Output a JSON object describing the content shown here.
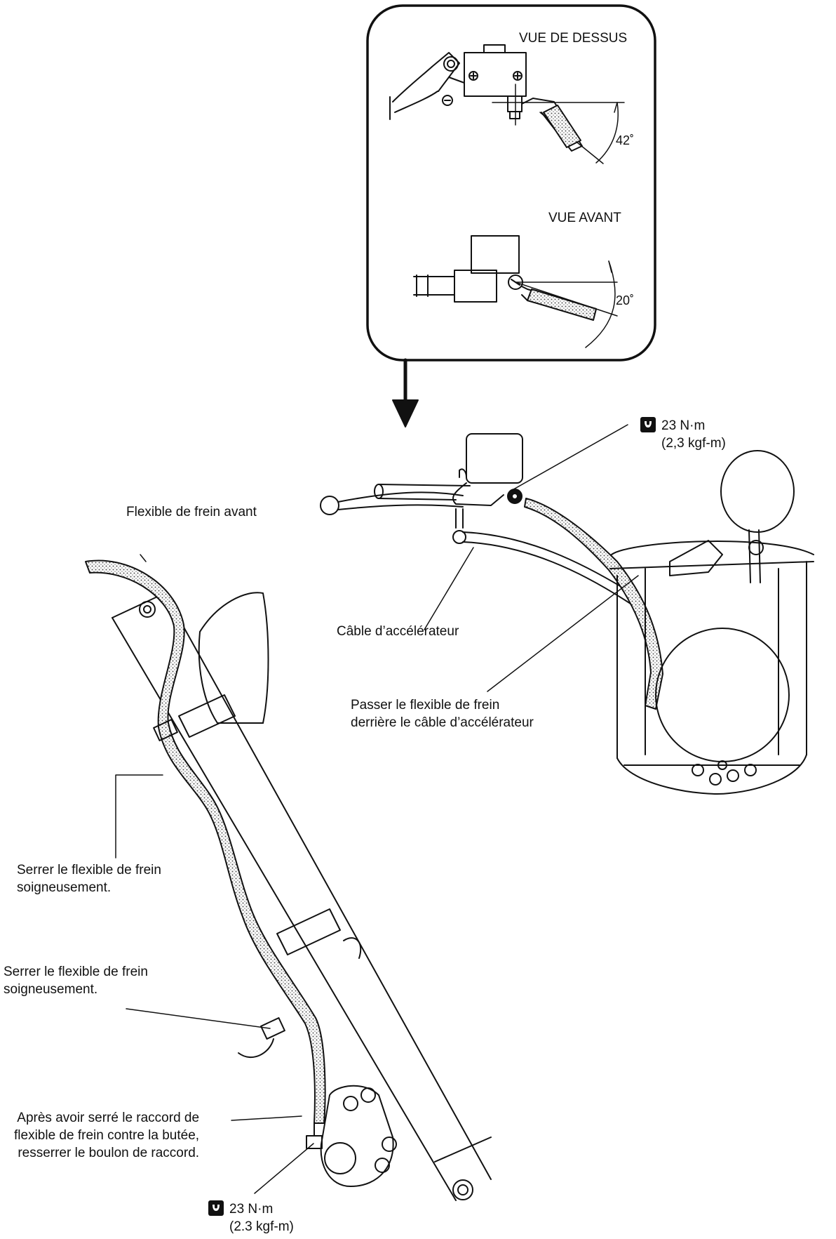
{
  "inset": {
    "top_view_title": "VUE DE DESSUS",
    "top_view_angle": "42˚",
    "front_view_title": "VUE AVANT",
    "front_view_angle": "20˚"
  },
  "labels": {
    "front_brake_hose": "Flexible de frein avant",
    "throttle_cable": "Câble d’accélérateur",
    "route_hose_line1": "Passer le flexible de frein",
    "route_hose_line2": "derrière le câble d’accélérateur",
    "clamp1_line1": "Serrer le flexible de frein",
    "clamp1_line2": "soigneusement.",
    "clamp2_line1": "Serrer le flexible de frein",
    "clamp2_line2": "soigneusement.",
    "union_line1": "Après avoir serré le raccord de",
    "union_line2": "flexible de frein contre la butée,",
    "union_line3": "resserrer le boulon de raccord."
  },
  "torque_top": {
    "icon": "torque-wrench-icon",
    "value": "23 N·m",
    "alt": "(2,3 kgf-m)"
  },
  "torque_bottom": {
    "icon": "torque-wrench-icon",
    "value": "23 N·m",
    "alt": "(2.3 kgf-m)"
  }
}
